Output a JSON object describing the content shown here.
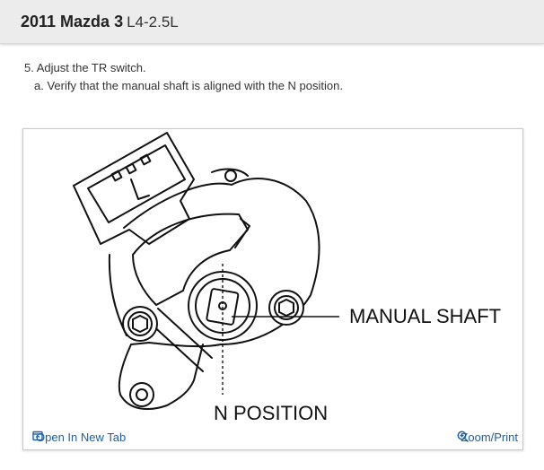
{
  "header": {
    "make_model": "2011 Mazda 3",
    "engine": "L4-2.5L"
  },
  "instructions": {
    "step": "5. Adjust the TR switch.",
    "substep": "a. Verify that the manual shaft is aligned with the N position."
  },
  "figure": {
    "labels": {
      "manual_shaft": "MANUAL SHAFT",
      "n_position": "N POSITION"
    },
    "actions": {
      "open_new_tab": "Open In New Tab",
      "zoom_print": "Zoom/Print"
    },
    "icons": {
      "open": "open-in-new-tab-icon",
      "zoom": "magnifier-plus-icon"
    }
  },
  "colors": {
    "header_bg": "#ececec",
    "link": "#1a5fa8",
    "text": "#333333"
  }
}
